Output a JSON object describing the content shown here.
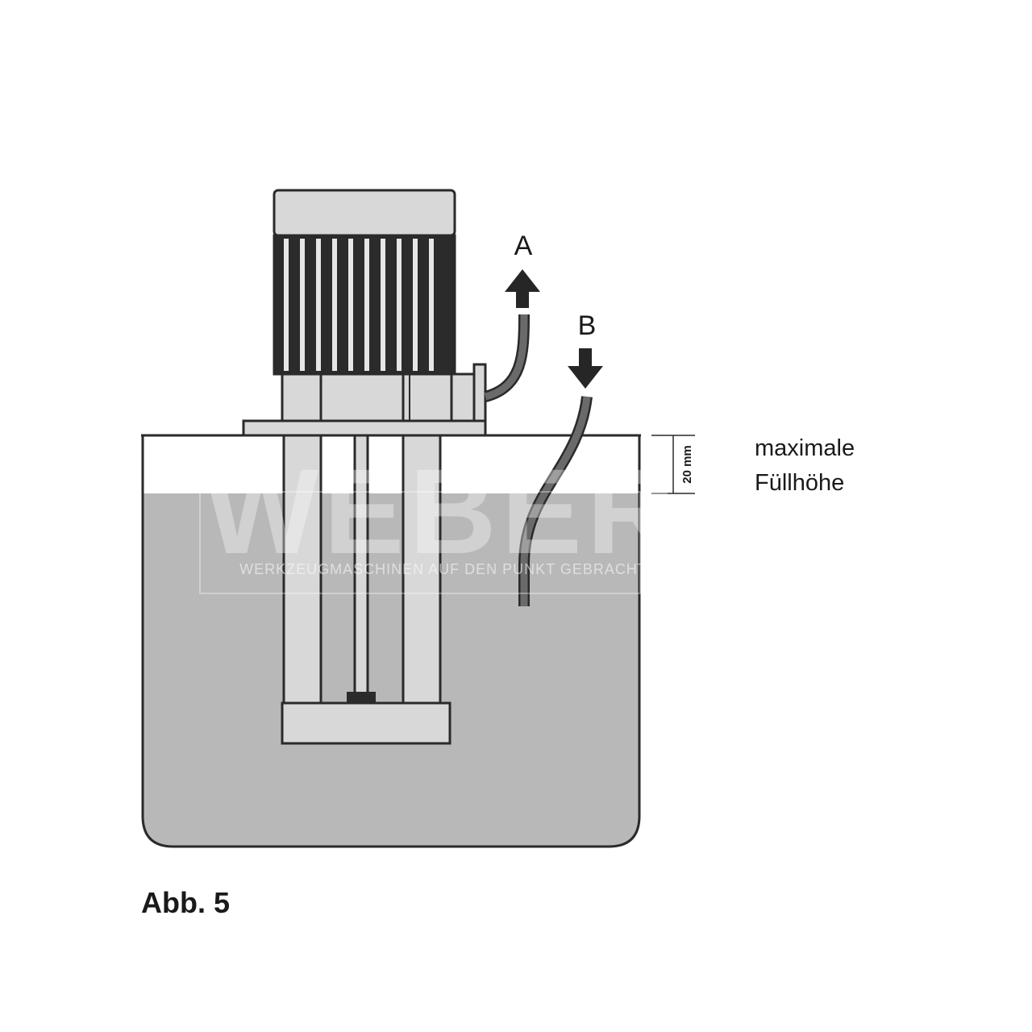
{
  "labels": {
    "outlet": "A",
    "inlet": "B",
    "dimension": "20 mm",
    "fill_line1": "maximale",
    "fill_line2": "Füllhöhe",
    "caption": "Abb. 5"
  },
  "watermark": {
    "brand": "WEBER",
    "tagline": "WERKZEUGMASCHINEN AUF DEN PUNKT GEBRACHT"
  },
  "colors": {
    "liquid": "#b9b8b9",
    "tank_outline": "#2a2a2a",
    "pump_body": "#d8d8d8",
    "motor_fins": "#2b2b2b",
    "hose": "#6a6a6a",
    "arrow": "#262626"
  },
  "icons": {
    "outlet_arrow": "arrow-up-icon",
    "inlet_arrow": "arrow-down-icon"
  }
}
